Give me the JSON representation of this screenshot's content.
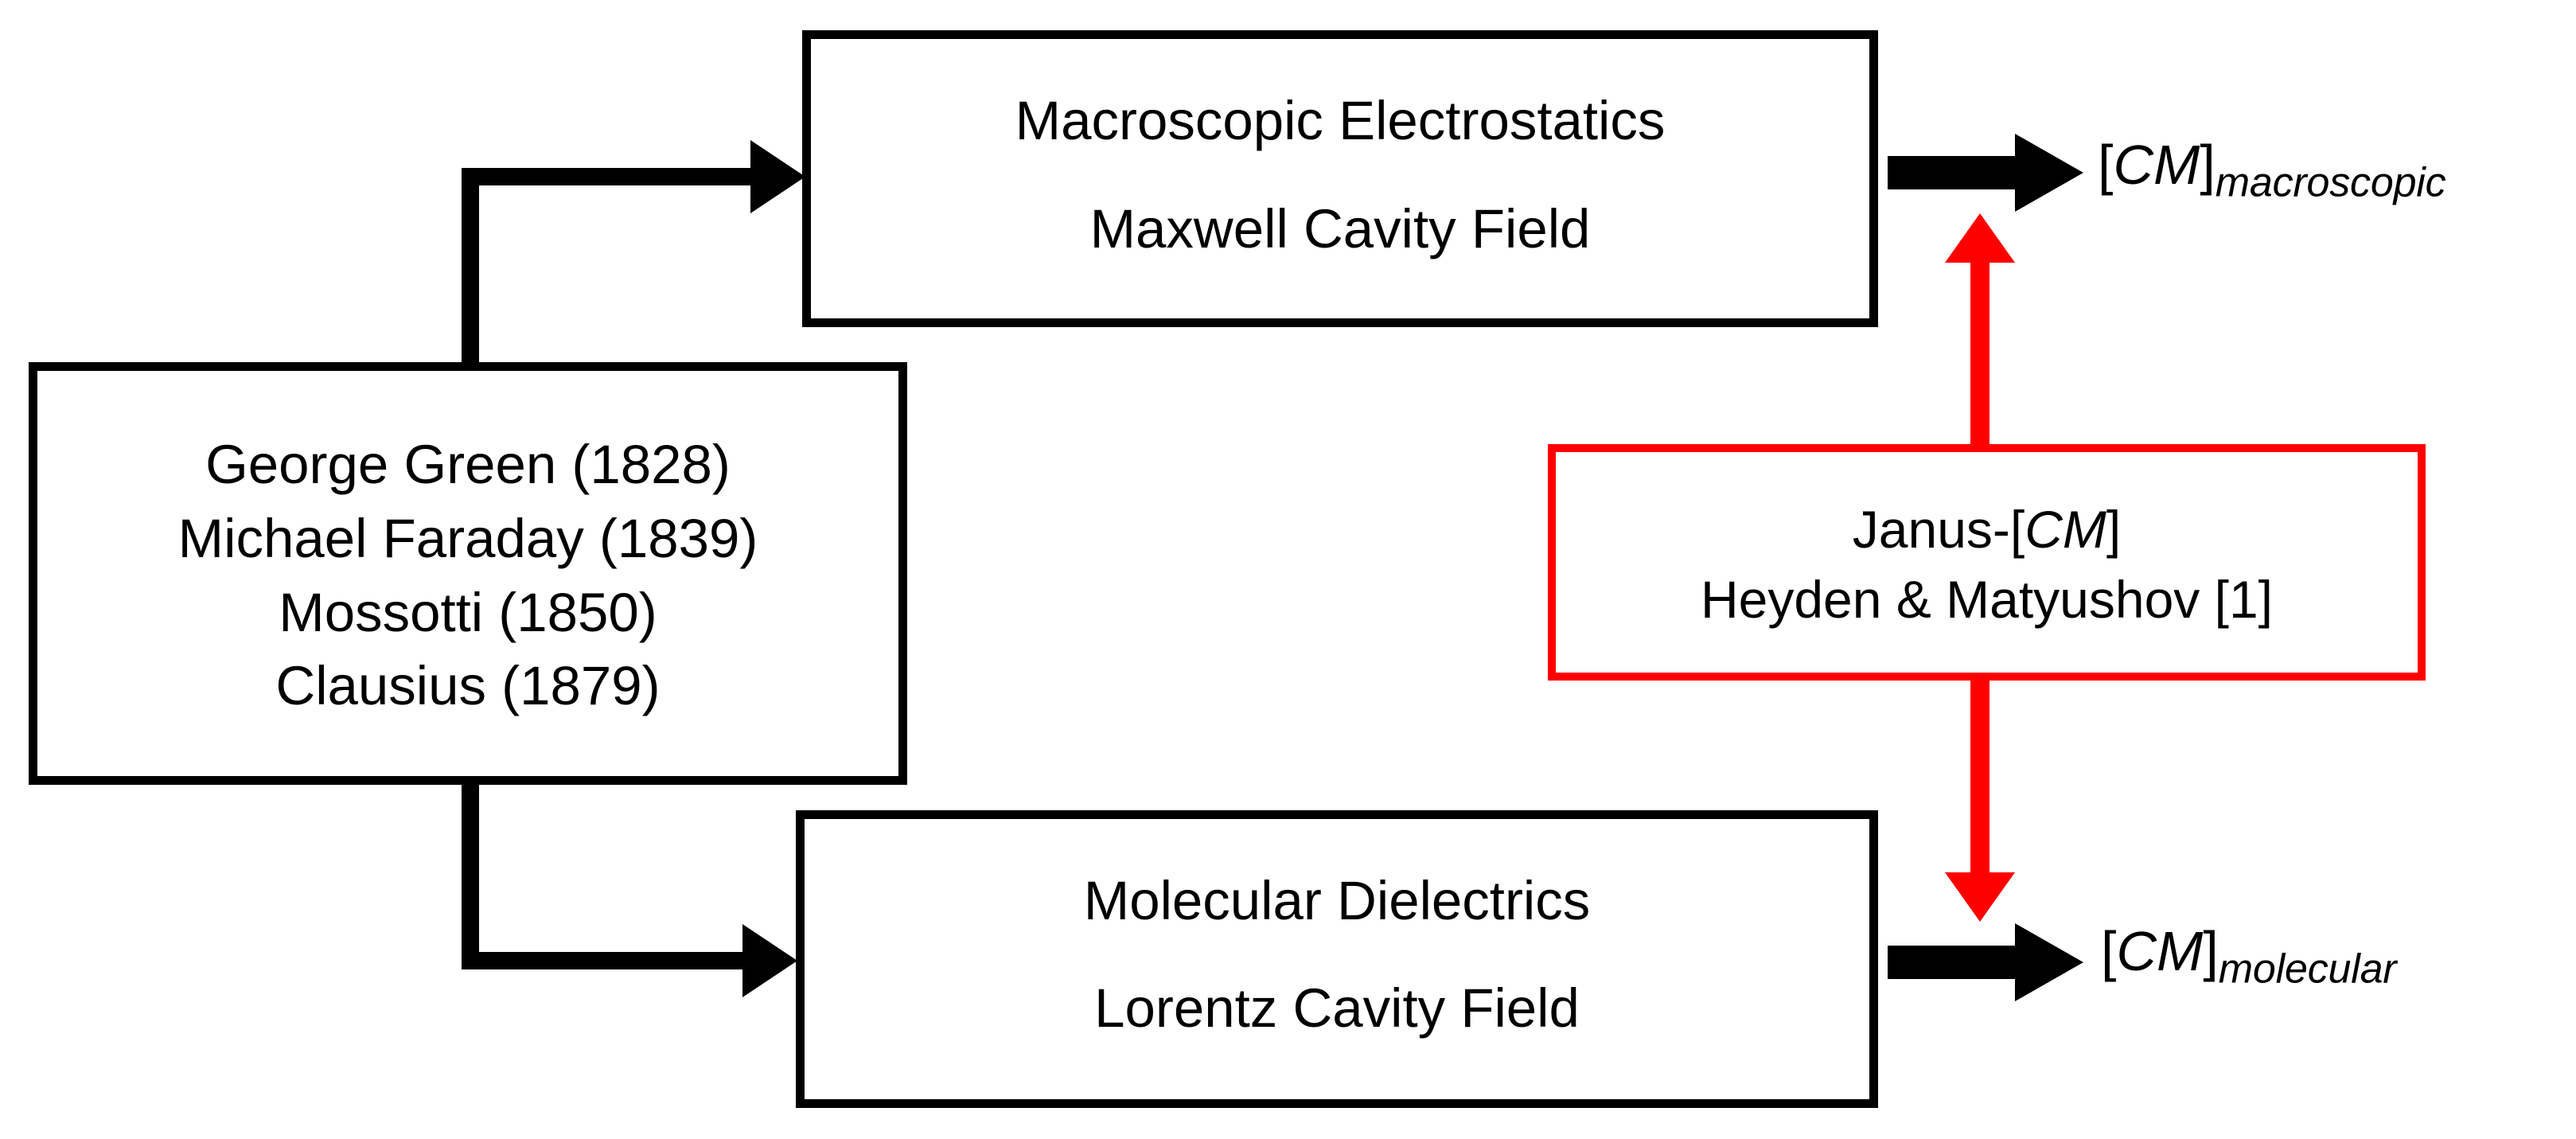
{
  "diagram": {
    "title": "Clausius-Mossotti lineage flow diagram",
    "colors": {
      "stroke_black": "#000000",
      "stroke_red": "#FF0000",
      "background": "#FFFFFF"
    },
    "origins_box": {
      "lines": [
        "George Green (1828)",
        "Michael Faraday (1839)",
        "Mossotti (1850)",
        "Clausius (1879)"
      ]
    },
    "macroscopic_box": {
      "line1": "Macroscopic Electrostatics",
      "line2": "Maxwell Cavity Field"
    },
    "molecular_box": {
      "line1": "Molecular Dielectrics",
      "line2": "Lorentz Cavity Field"
    },
    "janus_box": {
      "line1_prefix": "Janus-[",
      "line1_var": "CM",
      "line1_suffix": "]",
      "line2": "Heyden & Matyushov [1]"
    },
    "results": {
      "macroscopic": {
        "bracket_open": "[",
        "variable": "CM",
        "bracket_close": "]",
        "subscript": "macroscopic"
      },
      "molecular": {
        "bracket_open": "[",
        "variable": "CM",
        "bracket_close": "]",
        "subscript": "molecular"
      }
    },
    "connectors": [
      {
        "name": "origins-to-macroscopic",
        "color": "#000000",
        "style": "elbow-up-right-arrow"
      },
      {
        "name": "origins-to-molecular",
        "color": "#000000",
        "style": "elbow-down-right-arrow"
      },
      {
        "name": "macroscopic-to-result",
        "color": "#000000",
        "style": "right-arrow"
      },
      {
        "name": "molecular-to-result",
        "color": "#000000",
        "style": "right-arrow"
      },
      {
        "name": "janus-to-macroscopic",
        "color": "#FF0000",
        "style": "up-arrow"
      },
      {
        "name": "janus-to-molecular",
        "color": "#FF0000",
        "style": "down-arrow"
      }
    ]
  }
}
